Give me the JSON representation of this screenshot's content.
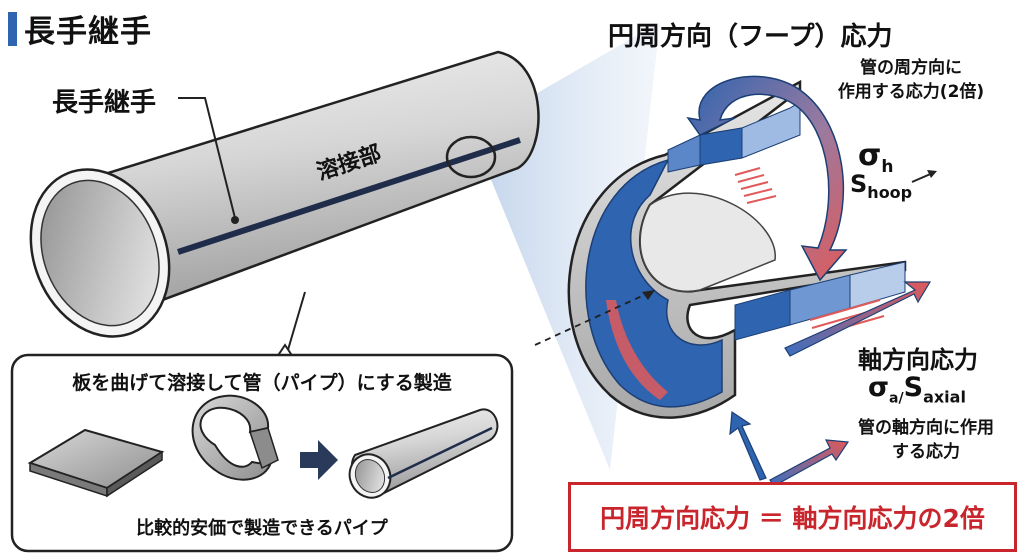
{
  "title": "長手継手",
  "pipe": {
    "label": "長手継手",
    "weld_label": "溶接部"
  },
  "process_box": {
    "caption": "板を曲げて溶接して管（パイプ）にする製造",
    "footer": "比較的安価で製造できるパイプ"
  },
  "stress": {
    "hoop_title": "円周方向（フープ）応力",
    "hoop_note_line1": "管の周方向に",
    "hoop_note_line2": "作用する応力(2倍)",
    "hoop_symbol": "σ",
    "hoop_symbol_sub": "h",
    "hoop_s": "S",
    "hoop_s_sub": "hoop",
    "axial_title": "軸方向応力",
    "axial_symbol": "σ",
    "axial_symbol_sub": "a",
    "axial_sep": "/",
    "axial_s": "S",
    "axial_s_sub": "axial",
    "axial_note_line1": "管の軸方向に作用",
    "axial_note_line2": "する応力"
  },
  "formula": "円周方向応力 ＝ 軸方向応力の2倍",
  "colors": {
    "accent_blue": "#2f64b0",
    "stress_red": "#e05a5a",
    "formula_red": "#c8262c"
  }
}
